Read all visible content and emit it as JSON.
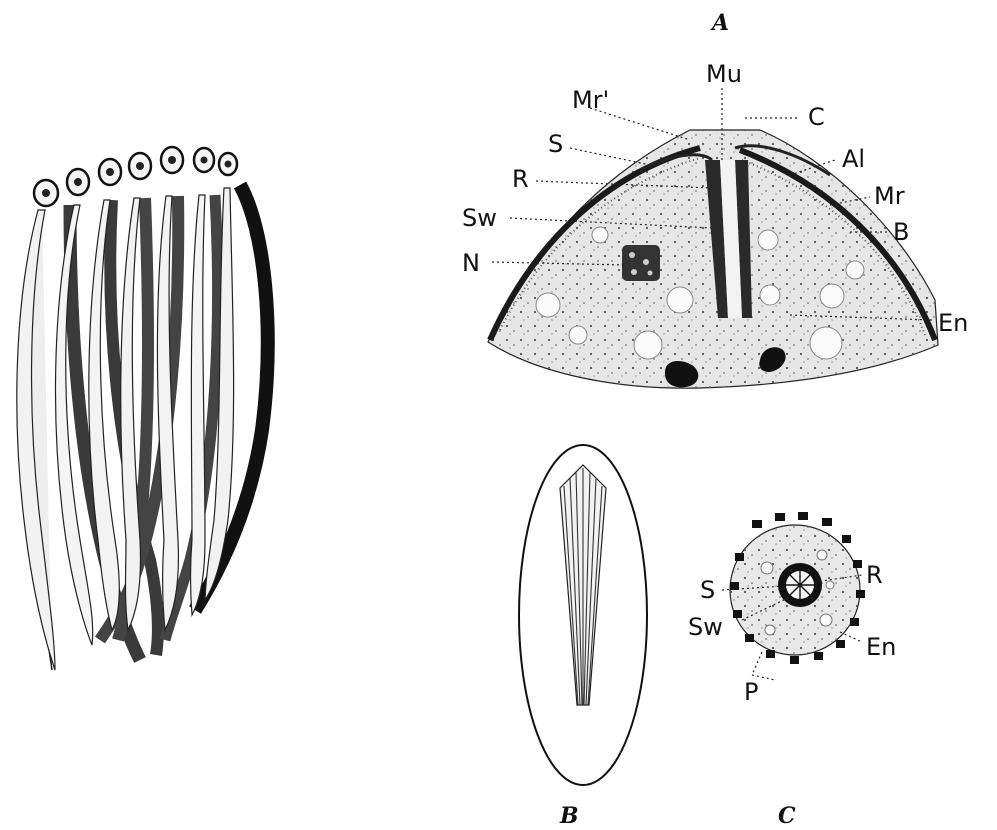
{
  "figure": {
    "panels": {
      "a": "A",
      "b": "B",
      "c": "C"
    },
    "labels_a": {
      "mu": "Mu",
      "mr_prime": "Mr'",
      "c": "C",
      "s": "S",
      "al": "Al",
      "r": "R",
      "mr": "Mr",
      "sw": "Sw",
      "b": "B",
      "n": "N",
      "en": "En"
    },
    "labels_c": {
      "s": "S",
      "r": "R",
      "sw": "Sw",
      "en": "En",
      "p": "P"
    }
  }
}
